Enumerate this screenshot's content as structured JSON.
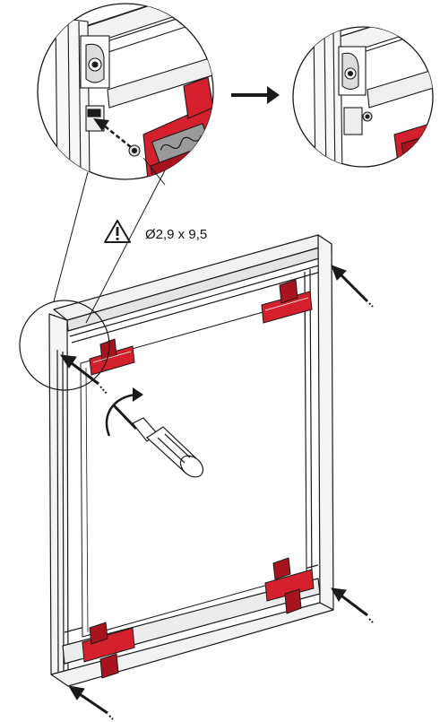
{
  "warning": {
    "icon": "warning-triangle-icon",
    "screw_spec": "Ø2,9 x 9,5"
  },
  "colors": {
    "line": "#1a1a1a",
    "clip_red": "#d4202c",
    "clip_red_dark": "#a8141e",
    "frame_fill": "#ffffff",
    "frame_shade": "#e6e6e6"
  },
  "steps": {
    "detail_before": "magnified-corner-with-screw-being-inserted",
    "detail_after": "magnified-corner-with-screw-fixed"
  }
}
